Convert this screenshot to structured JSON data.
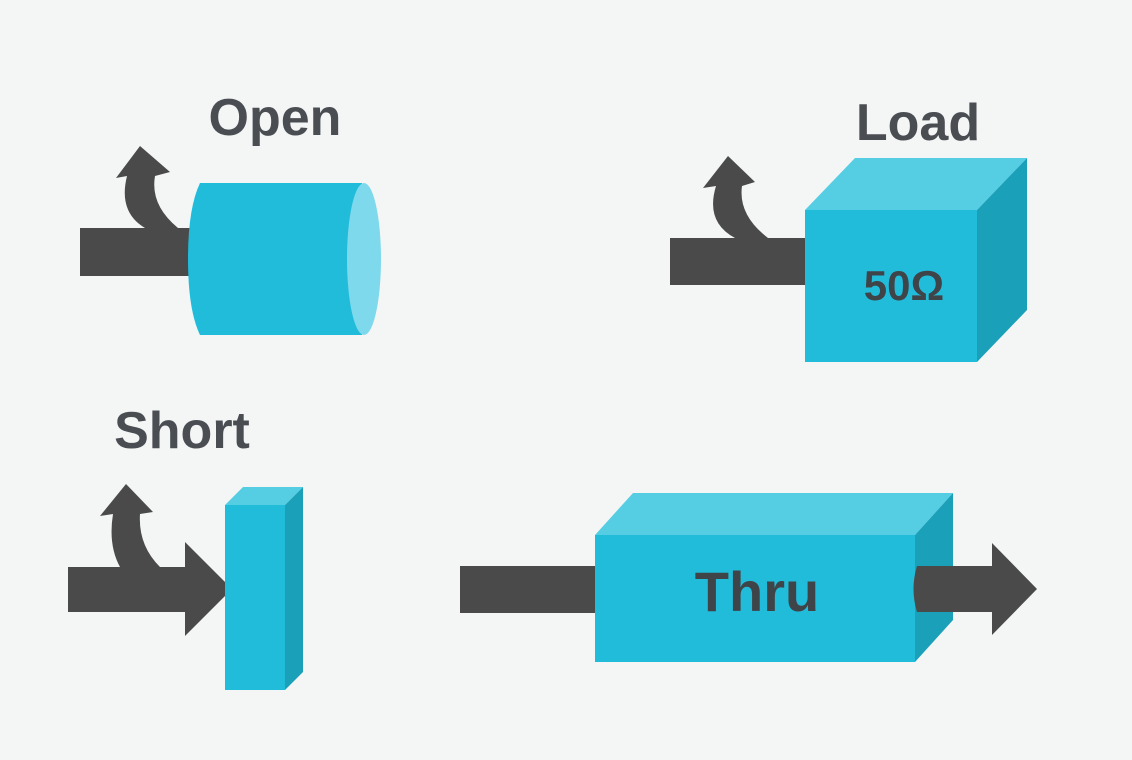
{
  "diagram": {
    "open": {
      "label": "Open"
    },
    "load": {
      "label": "Load",
      "value": "50Ω"
    },
    "short": {
      "label": "Short"
    },
    "thru": {
      "label": "Thru"
    }
  },
  "colors": {
    "background": "#f4f6f6",
    "cyan_front": "#22bcdb",
    "cyan_top": "#55cde3",
    "cyan_side": "#1ba0ba",
    "cyan_light": "#7ed9ec",
    "arrow": "#4a4a4a",
    "text": "#4a4d52"
  }
}
